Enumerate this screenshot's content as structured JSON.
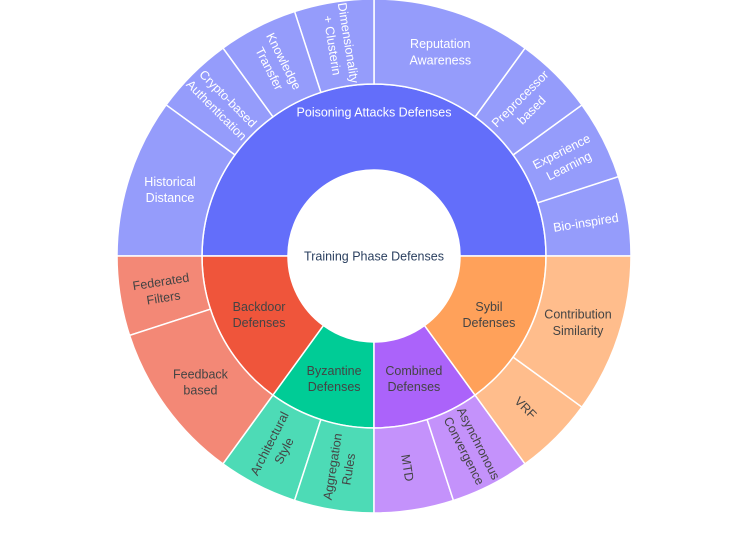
{
  "center_label": "Training Phase Defenses",
  "colors": {
    "poisoning": "#636efa",
    "poisoning_outer": "#959cfb",
    "backdoor": "#ef553b",
    "backdoor_outer": "#f38876",
    "byzantine": "#00cc96",
    "byzantine_outer": "#4ddbb6",
    "combined": "#ab63fa",
    "combined_outer": "#c492fb",
    "sybil": "#ffa15a",
    "sybil_outer": "#ffbd8c",
    "text_light": "#ffffff",
    "text_dark": "#444444",
    "center_text": "#2a3f5f"
  },
  "groups": [
    {
      "label": "Poisoning Attacks Defenses",
      "color_key": "poisoning",
      "children": [
        {
          "label": "Bio-inspired"
        },
        {
          "label": "Experience Learning"
        },
        {
          "label": "Preprocessor based"
        },
        {
          "label": "Reputation Awareness"
        },
        {
          "label": "Dimensionality + Clusterin"
        },
        {
          "label": "Knowledge Transfer"
        },
        {
          "label": "Crypto-based Authentication"
        },
        {
          "label": "Historical Distance"
        }
      ]
    },
    {
      "label": "Backdoor Defenses",
      "color_key": "backdoor",
      "children": [
        {
          "label": "Federated Filters"
        },
        {
          "label": "Feedback based"
        }
      ]
    },
    {
      "label": "Byzantine Defenses",
      "color_key": "byzantine",
      "children": [
        {
          "label": "Architectural Style"
        },
        {
          "label": "Aggregation Rules"
        }
      ]
    },
    {
      "label": "Combined Defenses",
      "color_key": "combined",
      "children": [
        {
          "label": "MTD"
        },
        {
          "label": "Asynchronous Convergence"
        }
      ]
    },
    {
      "label": "Sybil Defenses",
      "color_key": "sybil",
      "children": [
        {
          "label": "VRF"
        },
        {
          "label": "Contribution Similarity"
        }
      ]
    }
  ]
}
